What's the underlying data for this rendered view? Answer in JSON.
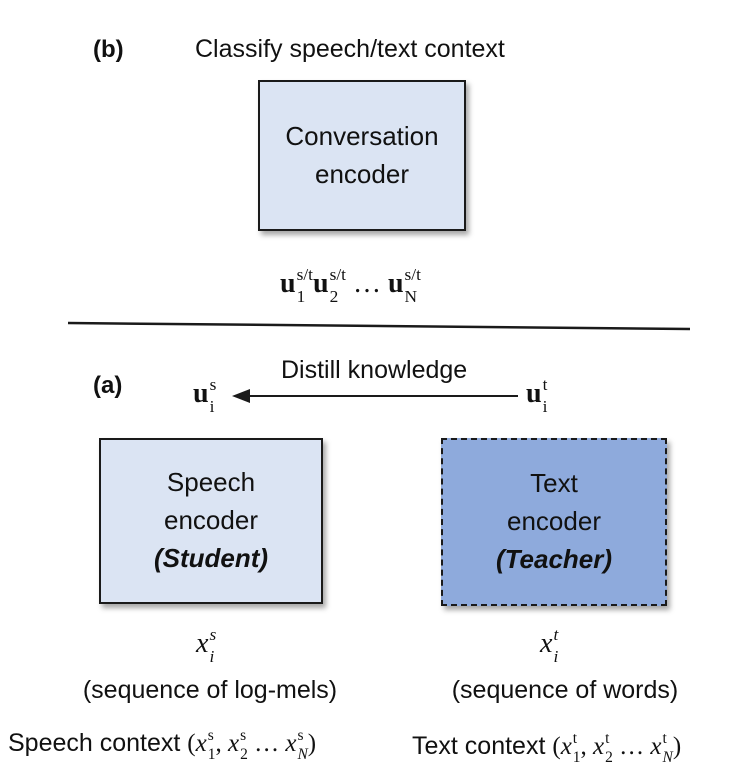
{
  "panel_b": {
    "label": "(b)",
    "title": "Classify speech/text context",
    "box_text": [
      "Conversation",
      "encoder"
    ],
    "input_vectors": {
      "symbol": "u",
      "superscript": "s/t",
      "subscripts": [
        "1",
        "2",
        "N"
      ],
      "ellipsis": "…"
    }
  },
  "panel_a": {
    "label": "(a)",
    "arrow_label": "Distill knowledge",
    "student_vector": {
      "symbol": "u",
      "sub": "i",
      "sup": "s"
    },
    "teacher_vector": {
      "symbol": "u",
      "sub": "i",
      "sup": "t"
    },
    "speech_box": {
      "line1": "Speech",
      "line2": "encoder",
      "role": "(Student)"
    },
    "text_box": {
      "line1": "Text",
      "line2": "encoder",
      "role": "(Teacher)"
    },
    "speech_input": {
      "symbol": "x",
      "sub": "i",
      "sup": "s",
      "caption": "(sequence of log-mels)"
    },
    "text_input": {
      "symbol": "x",
      "sub": "i",
      "sup": "t",
      "caption": "(sequence of words)"
    },
    "speech_context": {
      "prefix": "Speech context",
      "sup": "s"
    },
    "text_context": {
      "prefix": "Text context",
      "sup": "t"
    },
    "context_subscripts": [
      "1",
      "2",
      "N"
    ],
    "ellipsis": "…"
  },
  "colors": {
    "light_box": "#dbe4f3",
    "dark_box": "#8eaadc",
    "stroke": "#1a1a1a"
  }
}
